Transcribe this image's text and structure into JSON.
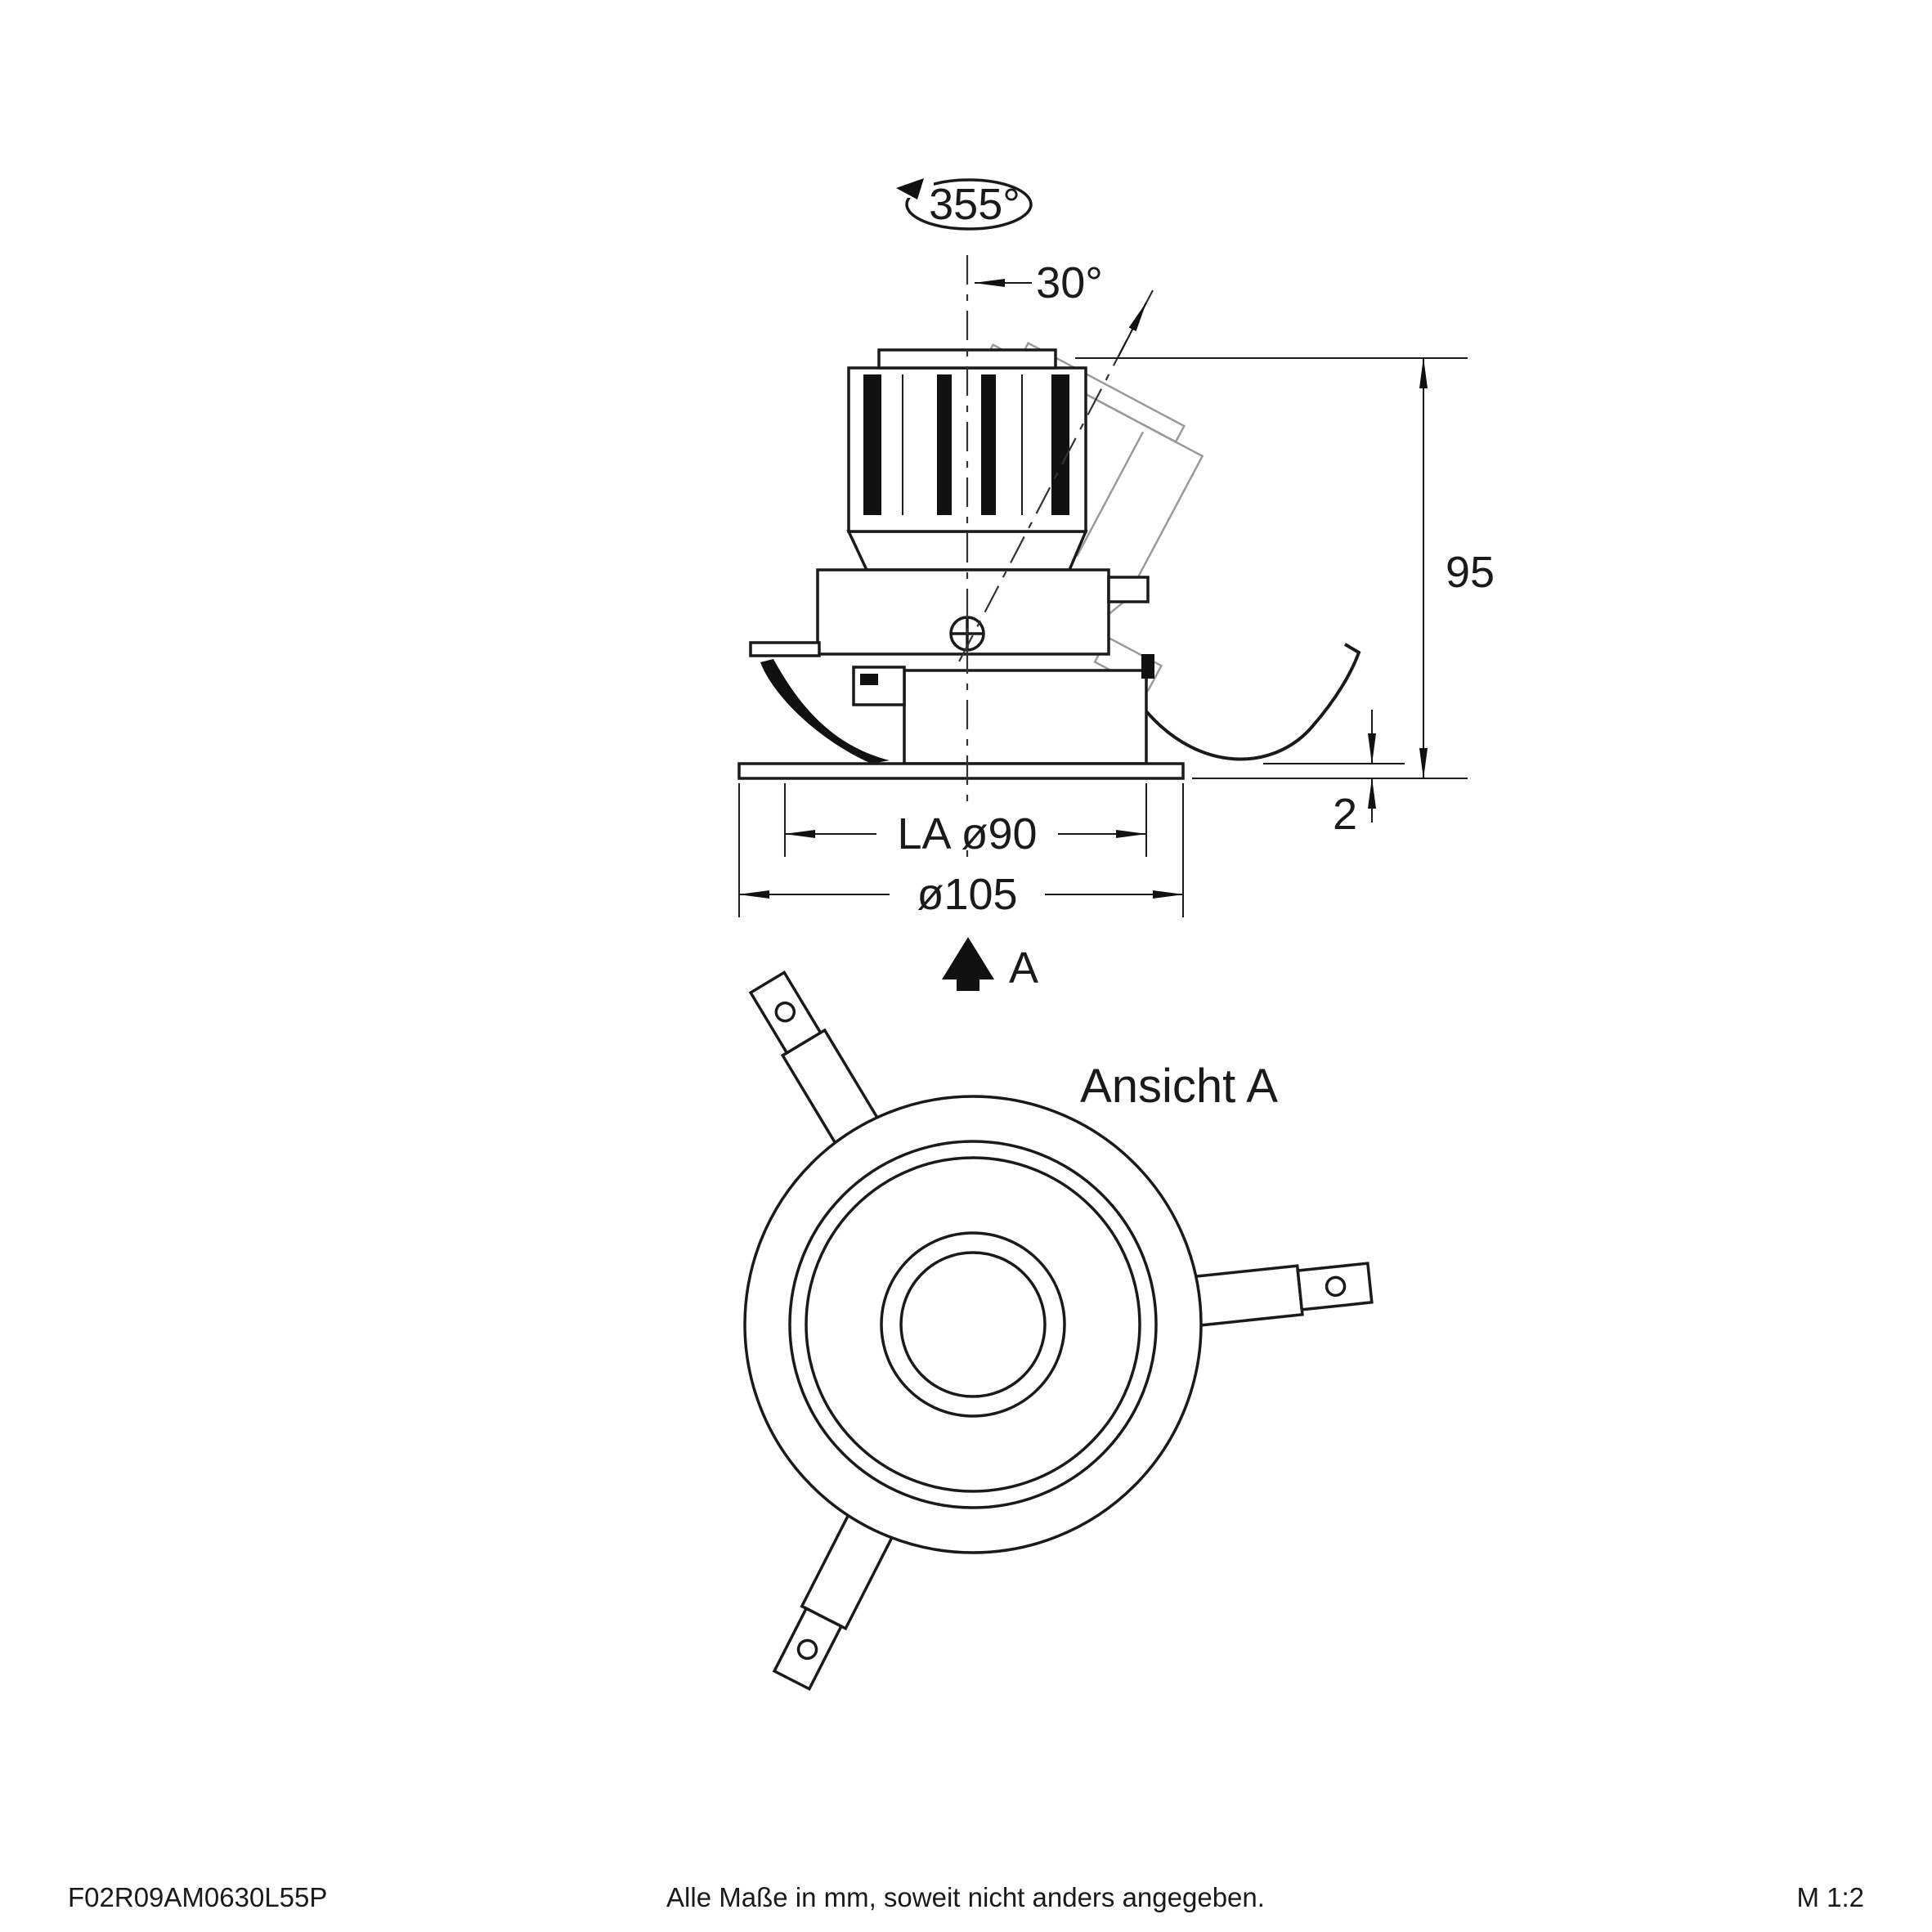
{
  "drawing": {
    "rotation_label": "355°",
    "tilt_label": "30°",
    "height_label": "95",
    "flange_thickness_label": "2",
    "cutout_label": "LA ø90",
    "diameter_label": "ø105",
    "view_label": "A",
    "view_title": "Ansicht A"
  },
  "footer": {
    "article_number": "F02R09AM0630L55P",
    "note": "Alle Maße in mm, soweit nicht anders angegeben.",
    "scale": "M 1:2"
  },
  "colors": {
    "line": "#1a1a1a",
    "ghost": "#9a9a9a",
    "background": "#ffffff"
  }
}
